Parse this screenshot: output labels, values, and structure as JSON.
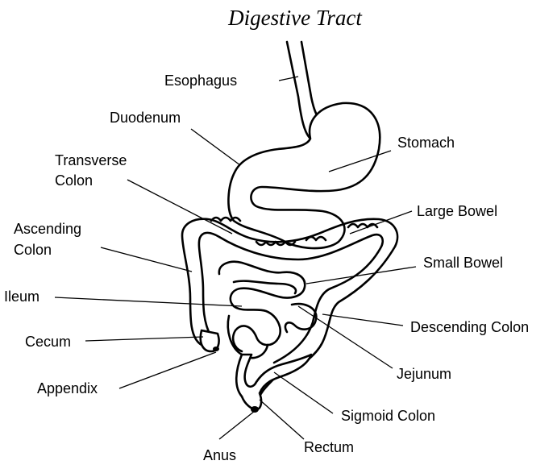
{
  "title": "Digestive Tract",
  "labels": {
    "esophagus": "Esophagus",
    "duodenum": "Duodenum",
    "stomach": "Stomach",
    "transverse_colon_1": "Transverse",
    "transverse_colon_2": "Colon",
    "large_bowel": "Large Bowel",
    "ascending_colon_1": "Ascending",
    "ascending_colon_2": "Colon",
    "small_bowel": "Small Bowel",
    "ileum": "Ileum",
    "descending_colon": "Descending Colon",
    "cecum": "Cecum",
    "jejunum": "Jejunum",
    "appendix": "Appendix",
    "sigmoid_colon": "Sigmoid Colon",
    "rectum": "Rectum",
    "anus": "Anus"
  }
}
